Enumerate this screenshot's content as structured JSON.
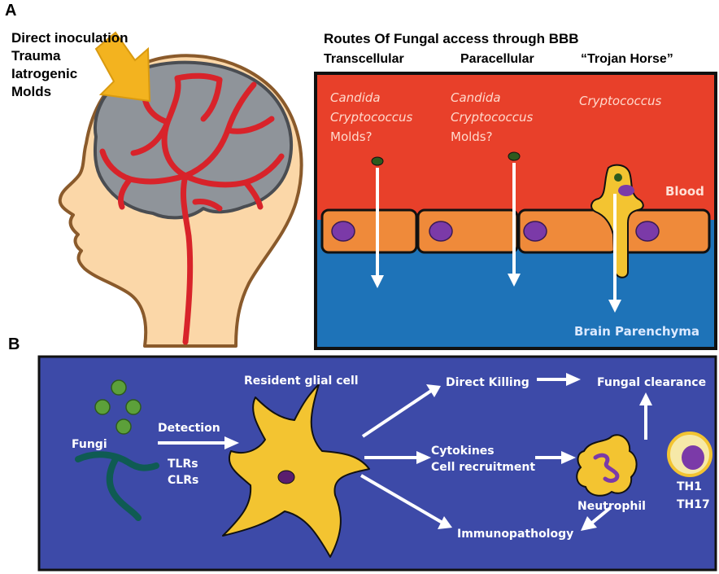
{
  "panel_a": {
    "letter": "A",
    "entry_routes": [
      "Direct inoculation",
      "Trauma",
      "Iatrogenic",
      "Molds"
    ],
    "title": "Routes Of Fungal access through BBB",
    "route_headers": [
      "Transcellular",
      "Paracellular",
      "“Trojan Horse”"
    ],
    "transcellular_pathogens": [
      "Candida",
      "Cryptococcus",
      "Molds?"
    ],
    "paracellular_pathogens": [
      "Candida",
      "Cryptococcus",
      "Molds?"
    ],
    "trojan_pathogens": [
      "Cryptococcus"
    ],
    "blood_label": "Blood",
    "parenchyma_label": "Brain Parenchyma"
  },
  "panel_b": {
    "letter": "B",
    "fungi_label": "Fungi",
    "detection_label": "Detection",
    "receptor_labels": [
      "TLRs",
      "CLRs"
    ],
    "glial_label": "Resident glial cell",
    "direct_killing": "Direct Killing",
    "fungal_clearance": "Fungal clearance",
    "cytokines": "Cytokines",
    "cell_recruitment": "Cell recruitment",
    "neutrophil": "Neutrophil",
    "th_labels": [
      "TH1",
      "TH17"
    ],
    "immunopathology": "Immunopathology"
  },
  "colors": {
    "blood": "#e8402a",
    "endothelium": "#ef8a3a",
    "parenchyma": "#1e73b8",
    "panel_b_bg": "#3d4aa8",
    "cell_yellow": "#f3c431",
    "nucleus_purple": "#7b3aa8",
    "fungi_green": "#5ca03a",
    "vessel_red": "#d8232a",
    "brain_gray": "#8f949a",
    "skin": "#fbd7a8"
  }
}
